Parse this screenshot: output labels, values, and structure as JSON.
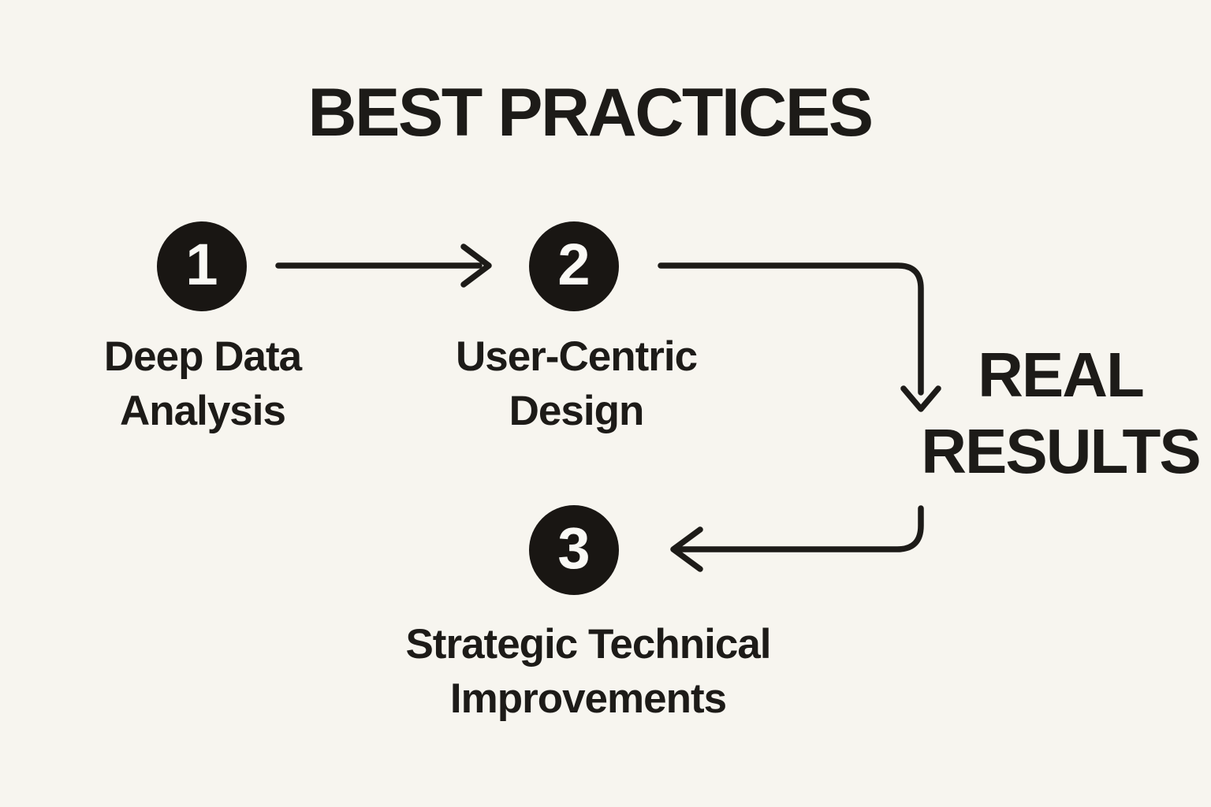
{
  "title": "BEST PRACTICES",
  "steps": [
    {
      "number": "1",
      "label_line1": "Deep Data",
      "label_line2": "Analysis"
    },
    {
      "number": "2",
      "label_line1": "User-Centric",
      "label_line2": "Design"
    },
    {
      "number": "3",
      "label_line1": "Strategic Technical",
      "label_line2": "Improvements"
    }
  ],
  "result": {
    "line1": "REAL",
    "line2": "RESULTS"
  },
  "connectors": [
    {
      "name": "step-1-to-step-2",
      "direction": "right"
    },
    {
      "name": "step-2-to-results",
      "direction": "right-then-down"
    },
    {
      "name": "results-to-step-3",
      "direction": "down-then-left"
    }
  ],
  "colors": {
    "background": "#f7f5ef",
    "ink": "#1d1b18",
    "circle_fill": "#191613",
    "number_text": "#faf9f5"
  }
}
